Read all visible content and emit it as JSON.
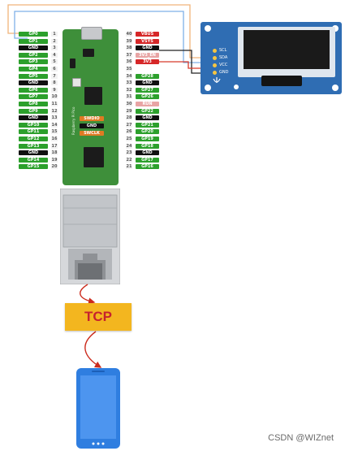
{
  "pins_left": [
    {
      "num": "1",
      "label": "GP0",
      "kind": "gpio"
    },
    {
      "num": "2",
      "label": "GP1",
      "kind": "gpio"
    },
    {
      "num": "3",
      "label": "GND",
      "kind": "gnd"
    },
    {
      "num": "4",
      "label": "GP2",
      "kind": "gpio"
    },
    {
      "num": "5",
      "label": "GP3",
      "kind": "gpio"
    },
    {
      "num": "6",
      "label": "GP4",
      "kind": "gpio"
    },
    {
      "num": "7",
      "label": "GP5",
      "kind": "gpio"
    },
    {
      "num": "8",
      "label": "GND",
      "kind": "gnd"
    },
    {
      "num": "9",
      "label": "GP6",
      "kind": "gpio"
    },
    {
      "num": "10",
      "label": "GP7",
      "kind": "gpio"
    },
    {
      "num": "11",
      "label": "GP8",
      "kind": "gpio"
    },
    {
      "num": "12",
      "label": "GP9",
      "kind": "gpio"
    },
    {
      "num": "13",
      "label": "GND",
      "kind": "gnd"
    },
    {
      "num": "14",
      "label": "GP10",
      "kind": "gpio"
    },
    {
      "num": "15",
      "label": "GP11",
      "kind": "gpio"
    },
    {
      "num": "16",
      "label": "GP12",
      "kind": "gpio"
    },
    {
      "num": "17",
      "label": "GP13",
      "kind": "gpio"
    },
    {
      "num": "18",
      "label": "GND",
      "kind": "gnd"
    },
    {
      "num": "19",
      "label": "GP14",
      "kind": "gpio"
    },
    {
      "num": "20",
      "label": "GP15",
      "kind": "gpio"
    }
  ],
  "pins_right": [
    {
      "num": "40",
      "label": "VBUS",
      "kind": "power"
    },
    {
      "num": "39",
      "label": "VSYS",
      "kind": "power"
    },
    {
      "num": "38",
      "label": "GND",
      "kind": "gnd"
    },
    {
      "num": "37",
      "label": "3V3_EN",
      "kind": "faint"
    },
    {
      "num": "36",
      "label": "3V3",
      "kind": "power"
    },
    {
      "num": "35",
      "label": "",
      "kind": "empty"
    },
    {
      "num": "34",
      "label": "GP28",
      "kind": "gpio"
    },
    {
      "num": "33",
      "label": "GND",
      "kind": "gnd"
    },
    {
      "num": "32",
      "label": "GP27",
      "kind": "gpio"
    },
    {
      "num": "31",
      "label": "GP26",
      "kind": "gpio"
    },
    {
      "num": "30",
      "label": "RUN",
      "kind": "faint"
    },
    {
      "num": "29",
      "label": "GP22",
      "kind": "gpio"
    },
    {
      "num": "28",
      "label": "GND",
      "kind": "gnd"
    },
    {
      "num": "27",
      "label": "GP21",
      "kind": "gpio"
    },
    {
      "num": "26",
      "label": "GP20",
      "kind": "gpio"
    },
    {
      "num": "25",
      "label": "GP19",
      "kind": "gpio"
    },
    {
      "num": "24",
      "label": "GP18",
      "kind": "gpio"
    },
    {
      "num": "23",
      "label": "GND",
      "kind": "gnd"
    },
    {
      "num": "22",
      "label": "GP17",
      "kind": "gpio"
    },
    {
      "num": "21",
      "label": "GP16",
      "kind": "gpio"
    }
  ],
  "board_tags": {
    "swdio": "SWDIO",
    "gnd": "GND",
    "swclk": "SWCLK"
  },
  "board_brand": "Raspberry Pi Pico",
  "oled_pins": [
    "SCL",
    "SDA",
    "VCC",
    "GND"
  ],
  "tcp_label": "TCP",
  "watermark": "CSDN @WIZnet",
  "colors": {
    "gpio": "#2ca02c",
    "gnd": "#111111",
    "power": "#d62728",
    "faint": "#e8a4a4",
    "board": "#3e8f3a",
    "oled_board": "#2f6db3",
    "tcp_fill": "#f3b61f",
    "tcp_text": "#c6222e",
    "arrow": "#cc2b1d",
    "phone": "#2f7ee0",
    "wire_orange": "#f0b47a",
    "wire_blue": "#7fb0e8",
    "wire_black": "#222222",
    "wire_red": "#d83b2b"
  },
  "icons": [
    "usb-connector",
    "ethernet-jack",
    "smartphone-icon",
    "oled-module-logo"
  ]
}
